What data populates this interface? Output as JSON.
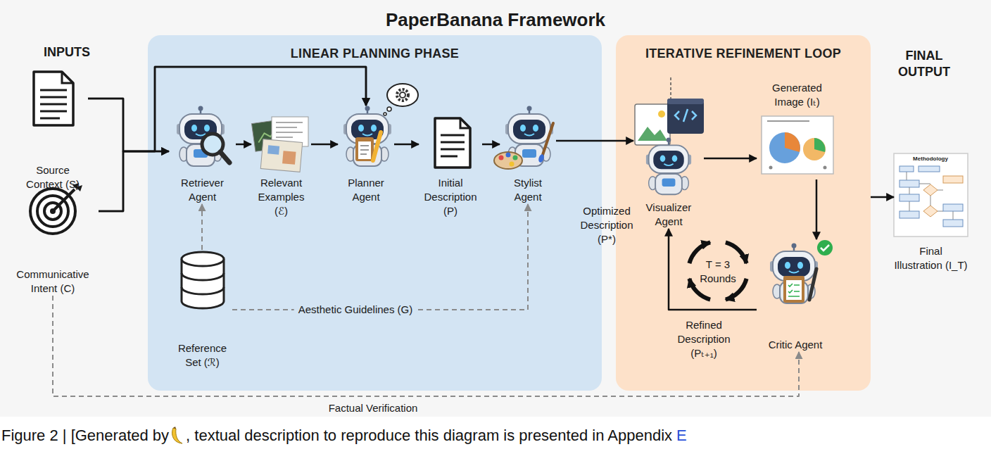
{
  "diagram": {
    "title": "PaperBanana Framework",
    "caption": "Figure 2 | [Generated by",
    "nodes": [
      {
        "text": [
          "Source Context (S)"
        ]
      },
      {
        "text": [
          "Communicative Intent (C)"
        ]
      },
      {
        "text": [
          "LINEAR PLANNING PHASE"
        ]
      },
      {
        "text": [
          "Retriever Agent"
        ],
        "in": 2
      },
      {
        "text": [
          "Relevant Examples (ℰ)"
        ],
        "in": 2
      },
      {
        "text": [
          "Planner Agent"
        ],
        "in": 2
      },
      {
        "text": [
          "Initial Description (P)"
        ],
        "in": 2
      },
      {
        "text": [
          "Stylist Agent"
        ],
        "in": 2
      },
      {
        "text": [
          "Reference Set (ℛ)"
        ],
        "in": 2
      },
      {
        "text": [
          "ITERATIVE REFINEMENT LOOP"
        ]
      },
      {
        "text": [
          "Visualizer Agent"
        ],
        "in": 9
      },
      {
        "text": [
          "Generated Image (Iₜ)"
        ],
        "in": 9
      },
      {
        "text": [
          "Critic Agent"
        ],
        "in": 9
      },
      {
        "text": [
          "Final Illustration (I_T)"
        ]
      }
    ],
    "edges": [
      {
        "from": 0,
        "to": 3,
        "arrow": "to"
      },
      {
        "from": 1,
        "to": 3,
        "arrow": "to"
      },
      {
        "from": 0,
        "to": 5,
        "arrow": "to"
      },
      {
        "from": 1,
        "to": 5,
        "arrow": "to"
      },
      {
        "from": 3,
        "to": 4,
        "arrow": "to"
      },
      {
        "from": 4,
        "to": 5,
        "arrow": "to"
      },
      {
        "from": 5,
        "to": 6,
        "arrow": "to"
      },
      {
        "from": 6,
        "to": 7,
        "arrow": "to"
      },
      {
        "from": 7,
        "to": 10,
        "label": "Optimized Description (P*)",
        "arrow": "to"
      },
      {
        "from": 10,
        "to": 11,
        "arrow": "to"
      },
      {
        "from": 11,
        "to": 12,
        "arrow": "to"
      },
      {
        "from": 12,
        "to": 10,
        "label": "Refined Description (Pₜ₊₁)",
        "arrow": "to"
      },
      {
        "from": 8,
        "to": 3,
        "arrow": "to"
      },
      {
        "from": 8,
        "to": 7,
        "label": "Aesthetic Guidelines (G)",
        "arrow": "to"
      },
      {
        "from": 1,
        "to": 12,
        "label": "Factual Verification",
        "arrow": "to"
      },
      {
        "from": 9,
        "to": 13,
        "arrow": "to"
      }
    ],
    "labels": [
      "INPUTS",
      "FINAL OUTPUT",
      "T = 3 Rounds",
      "Methodology",
      ", textual description to reproduce this diagram is presented in Appendix",
      "E"
    ]
  }
}
